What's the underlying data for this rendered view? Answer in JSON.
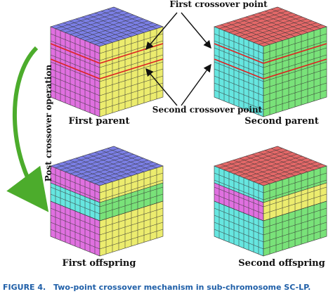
{
  "labels": {
    "first_crossover_point": "First crossover point",
    "second_crossover_point": "Second crossover point",
    "first_parent": "First parent",
    "second_parent": "Second parent",
    "first_offspring": "First offspring",
    "second_offspring": "Second offspring",
    "post_crossover_operation": "Post crossover operation"
  },
  "caption": {
    "figure_number": "FIGURE 4.",
    "text": "Two-point crossover mechanism in sub-chromosome SC-LP."
  },
  "colors": {
    "first_parent_top": "#7b7fe6",
    "first_parent_left": "#e070e0",
    "first_parent_right": "#ecec6e",
    "second_parent_top": "#e46868",
    "second_parent_left": "#66e6e0",
    "second_parent_right": "#79e279",
    "crossover_line": "#dd2222",
    "arrow_green": "#4cac2c",
    "caption_number": "#1f5fa8",
    "caption_text": "#1f5fa8"
  }
}
